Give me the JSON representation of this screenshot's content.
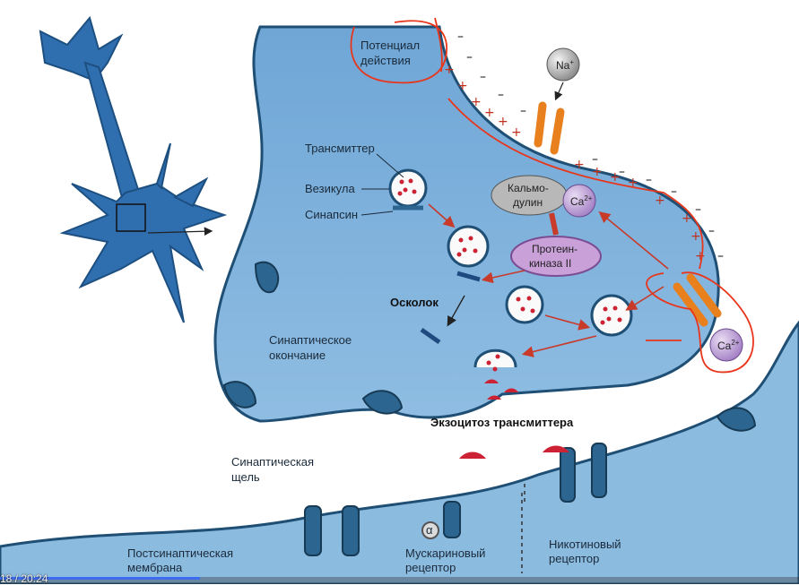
{
  "labels": {
    "action_potential_line1": "Потенциал",
    "action_potential_line2": "действия",
    "transmitter": "Трансмиттер",
    "vesicle": "Везикула",
    "synapsin": "Синапсин",
    "calmodulin_line1": "Кальмо-",
    "calmodulin_line2": "дулин",
    "protein_kinase_line1": "Протеин-",
    "protein_kinase_line2": "киназа II",
    "fragment": "Осколок",
    "synaptic_terminal_line1": "Синаптическое",
    "synaptic_terminal_line2": "окончание",
    "exocytosis": "Экзоцитоз трансмиттера",
    "synaptic_cleft_line1": "Синаптическая",
    "synaptic_cleft_line2": "щель",
    "postsynaptic_line1": "Постсинаптическая",
    "postsynaptic_line2": "мембрана",
    "muscarinic_line1": "Мускариновый",
    "muscarinic_line2": "рецептор",
    "nicotinic_line1": "Никотиновый",
    "nicotinic_line2": "рецептор",
    "alpha": "α"
  },
  "ions": {
    "na": "Na",
    "na_sup": "+",
    "ca": "Ca",
    "ca_sup": "2+"
  },
  "signs": {
    "minus": "–",
    "plus": "+"
  },
  "video": {
    "timestamp": "18 / 20:24",
    "progress_fraction": 0.25
  },
  "colors": {
    "cell_fill": "#78acd8",
    "membrane": "#1f4f74",
    "annotation_red": "#e8361c",
    "channel_orange": "#e8801e",
    "vesicle_dot": "#cc2233",
    "kinase_fill": "#c9a0d8",
    "calmodulin_fill": "#b8b8b8",
    "ca_fill": "#bfa3d6",
    "na_fill": "#9a9a9a"
  }
}
